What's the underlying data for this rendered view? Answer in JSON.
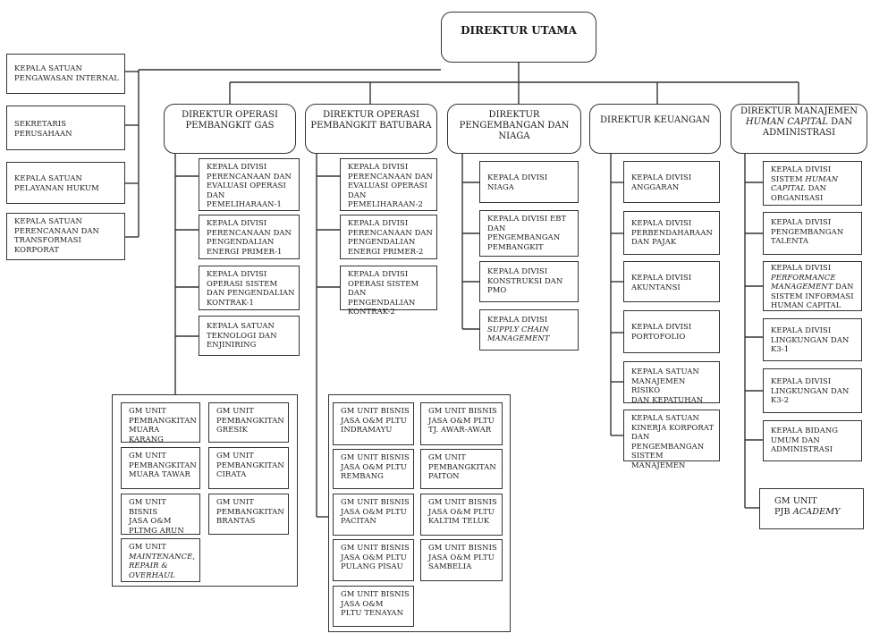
{
  "direktur_utama": [
    "DIREKTUR",
    "UTAMA"
  ],
  "staff_units": [
    [
      "KEPALA SATUAN",
      "PENGAWASAN INTERNAL"
    ],
    [
      "SEKRETARIS",
      "PERUSAHAAN"
    ],
    [
      "KEPALA SATUAN",
      "PELAYANAN HUKUM"
    ],
    [
      "KEPALA SATUAN",
      "PERENCANAAN DAN",
      "TRANSFORMASI",
      "KORPORAT"
    ]
  ],
  "directors": [
    {
      "title": [
        "DIREKTUR",
        "OPERASI PEMBANGKIT",
        "GAS"
      ],
      "divisions": [
        [
          "KEPALA DIVISI",
          "PERENCANAAN DAN",
          "EVALUASI OPERASI",
          "DAN",
          "PEMELIHARAAN-1"
        ],
        [
          "KEPALA DIVISI",
          "PERENCANAAN DAN",
          "PENGENDALIAN",
          "ENERGI PRIMER-1"
        ],
        [
          "KEPALA DIVISI",
          "OPERASI SISTEM",
          "DAN PENGENDALIAN",
          "KONTRAK-1"
        ],
        [
          "KEPALA SATUAN",
          "TEKNOLOGI DAN",
          "ENJINIRING"
        ]
      ],
      "gm_units": [
        [
          "GM UNIT",
          "PEMBANGKITAN",
          "MUARA KARANG"
        ],
        [
          "GM UNIT",
          "PEMBANGKITAN",
          "GRESIK"
        ],
        [
          "GM UNIT",
          "PEMBANGKITAN",
          "MUARA TAWAR"
        ],
        [
          "GM UNIT",
          "PEMBANGKITAN",
          "CIRATA"
        ],
        [
          "GM UNIT BISNIS",
          "JASA O&M",
          "PLTMG ARUN"
        ],
        [
          "GM UNIT",
          "PEMBANGKITAN",
          "BRANTAS"
        ],
        [
          "GM UNIT",
          "MAINTENANCE,",
          "REPAIR &",
          "OVERHAUL"
        ]
      ]
    },
    {
      "title": [
        "DIREKTUR",
        "OPERASI PEMBANGKIT",
        "BATUBARA"
      ],
      "divisions": [
        [
          "KEPALA DIVISI",
          "PERENCANAAN DAN",
          "EVALUASI OPERASI",
          "DAN",
          "PEMELIHARAAN-2"
        ],
        [
          "KEPALA DIVISI",
          "PERENCANAAN DAN",
          "PENGENDALIAN",
          "ENERGI PRIMER-2"
        ],
        [
          "KEPALA DIVISI",
          "OPERASI SISTEM",
          "DAN PENGENDALIAN",
          "KONTRAK-2"
        ]
      ],
      "gm_units": [
        [
          "GM UNIT BISNIS",
          "JASA O&M PLTU",
          "INDRAMAYU"
        ],
        [
          "GM UNIT BISNIS",
          "JASA O&M PLTU",
          "TJ. AWAR-AWAR"
        ],
        [
          "GM UNIT BISNIS",
          "JASA O&M PLTU",
          "REMBANG"
        ],
        [
          "GM UNIT",
          "PEMBANGKITAN",
          "PAITON"
        ],
        [
          "GM UNIT BISNIS",
          "JASA O&M PLTU",
          "PACITAN"
        ],
        [
          "GM UNIT BISNIS",
          "JASA O&M PLTU",
          "KALTIM TELUK"
        ],
        [
          "GM UNIT BISNIS",
          "JASA O&M PLTU",
          "PULANG PISAU"
        ],
        [
          "GM UNIT BISNIS",
          "JASA O&M PLTU",
          "SAMBELIA"
        ],
        [
          "GM UNIT BISNIS",
          "JASA O&M",
          "PLTU TENAYAN"
        ]
      ]
    },
    {
      "title": [
        "DIREKTUR",
        "PENGEMBANGAN DAN",
        "NIAGA"
      ],
      "divisions": [
        [
          "KEPALA DIVISI",
          "NIAGA"
        ],
        [
          "KEPALA DIVISI EBT",
          "DAN",
          "PENGEMBANGAN",
          "PEMBANGKIT"
        ],
        [
          "KEPALA DIVISI",
          "KONSTRUKSI DAN",
          "PMO"
        ],
        [
          "KEPALA DIVISI",
          "SUPPLY CHAIN",
          "MANAGEMENT"
        ]
      ]
    },
    {
      "title": [
        "DIREKTUR",
        "KEUANGAN"
      ],
      "divisions": [
        [
          "KEPALA DIVISI",
          "ANGGARAN"
        ],
        [
          "KEPALA DIVISI",
          "PERBENDAHARAAN",
          "DAN PAJAK"
        ],
        [
          "KEPALA DIVISI",
          "AKUNTANSI"
        ],
        [
          "KEPALA DIVISI",
          "PORTOFOLIO"
        ],
        [
          "KEPALA SATUAN",
          "MANAJEMEN RISIKO",
          "DAN KEPATUHAN"
        ],
        [
          "KEPALA SATUAN",
          "KINERJA KORPORAT",
          "DAN",
          "PENGEMBANGAN",
          "SISTEM MANAJEMEN"
        ]
      ]
    },
    {
      "title": [
        "DIREKTUR",
        "MANAJEMEN HUMAN",
        "CAPITAL DAN",
        "ADMINISTRASI"
      ],
      "divisions": [
        [
          "KEPALA DIVISI",
          "SISTEM HUMAN",
          "CAPITAL DAN",
          "ORGANISASI"
        ],
        [
          "KEPALA DIVISI",
          "PENGEMBANGAN",
          "TALENTA"
        ],
        [
          "KEPALA DIVISI",
          "PERFORMANCE",
          "MANAGEMENT DAN",
          "SISTEM INFORMASI",
          "HUMAN CAPITAL"
        ],
        [
          "KEPALA DIVISI",
          "LINGKUNGAN DAN",
          "K3-1"
        ],
        [
          "KEPALA DIVISI",
          "LINGKUNGAN DAN",
          "K3-2"
        ],
        [
          "KEPALA BIDANG",
          "UMUM DAN",
          "ADMINISTRASI"
        ]
      ],
      "gm_units": [
        [
          "GM UNIT",
          "PJB ACADEMY"
        ]
      ]
    }
  ]
}
